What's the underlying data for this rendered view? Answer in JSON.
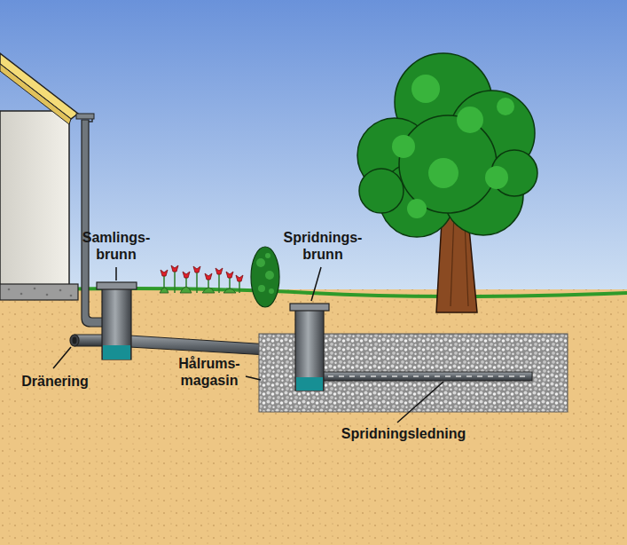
{
  "diagram": {
    "labels": [
      "Samlings- brunn",
      "Spridnings- brunn",
      "Dränering",
      "Hålrums- magasin",
      "Spridningsledning"
    ]
  }
}
